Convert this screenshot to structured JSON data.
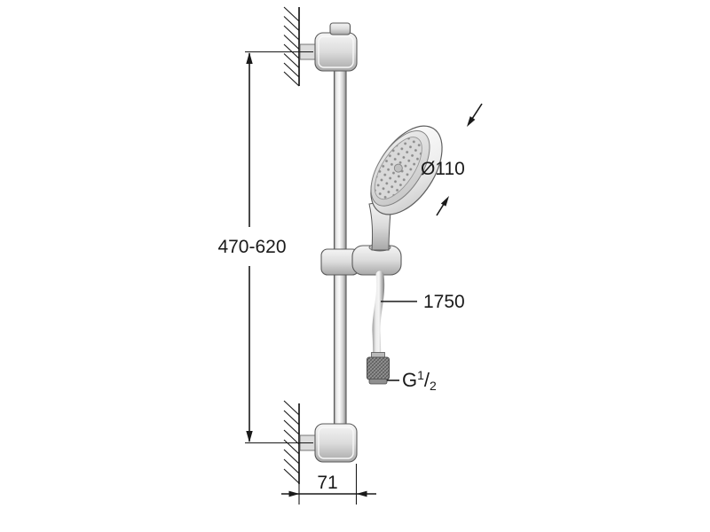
{
  "labels": {
    "rail_height": "470-620",
    "head_diameter": "Ø110",
    "hose_length": "1750",
    "wall_distance": "71",
    "thread": {
      "prefix": "G",
      "numerator": "1",
      "slash": "/",
      "denominator": "2"
    }
  },
  "colors": {
    "line": "#1a1a1a",
    "background": "#ffffff",
    "chrome_light": "#f5f5f5",
    "chrome_dark": "#8a8a8a"
  }
}
